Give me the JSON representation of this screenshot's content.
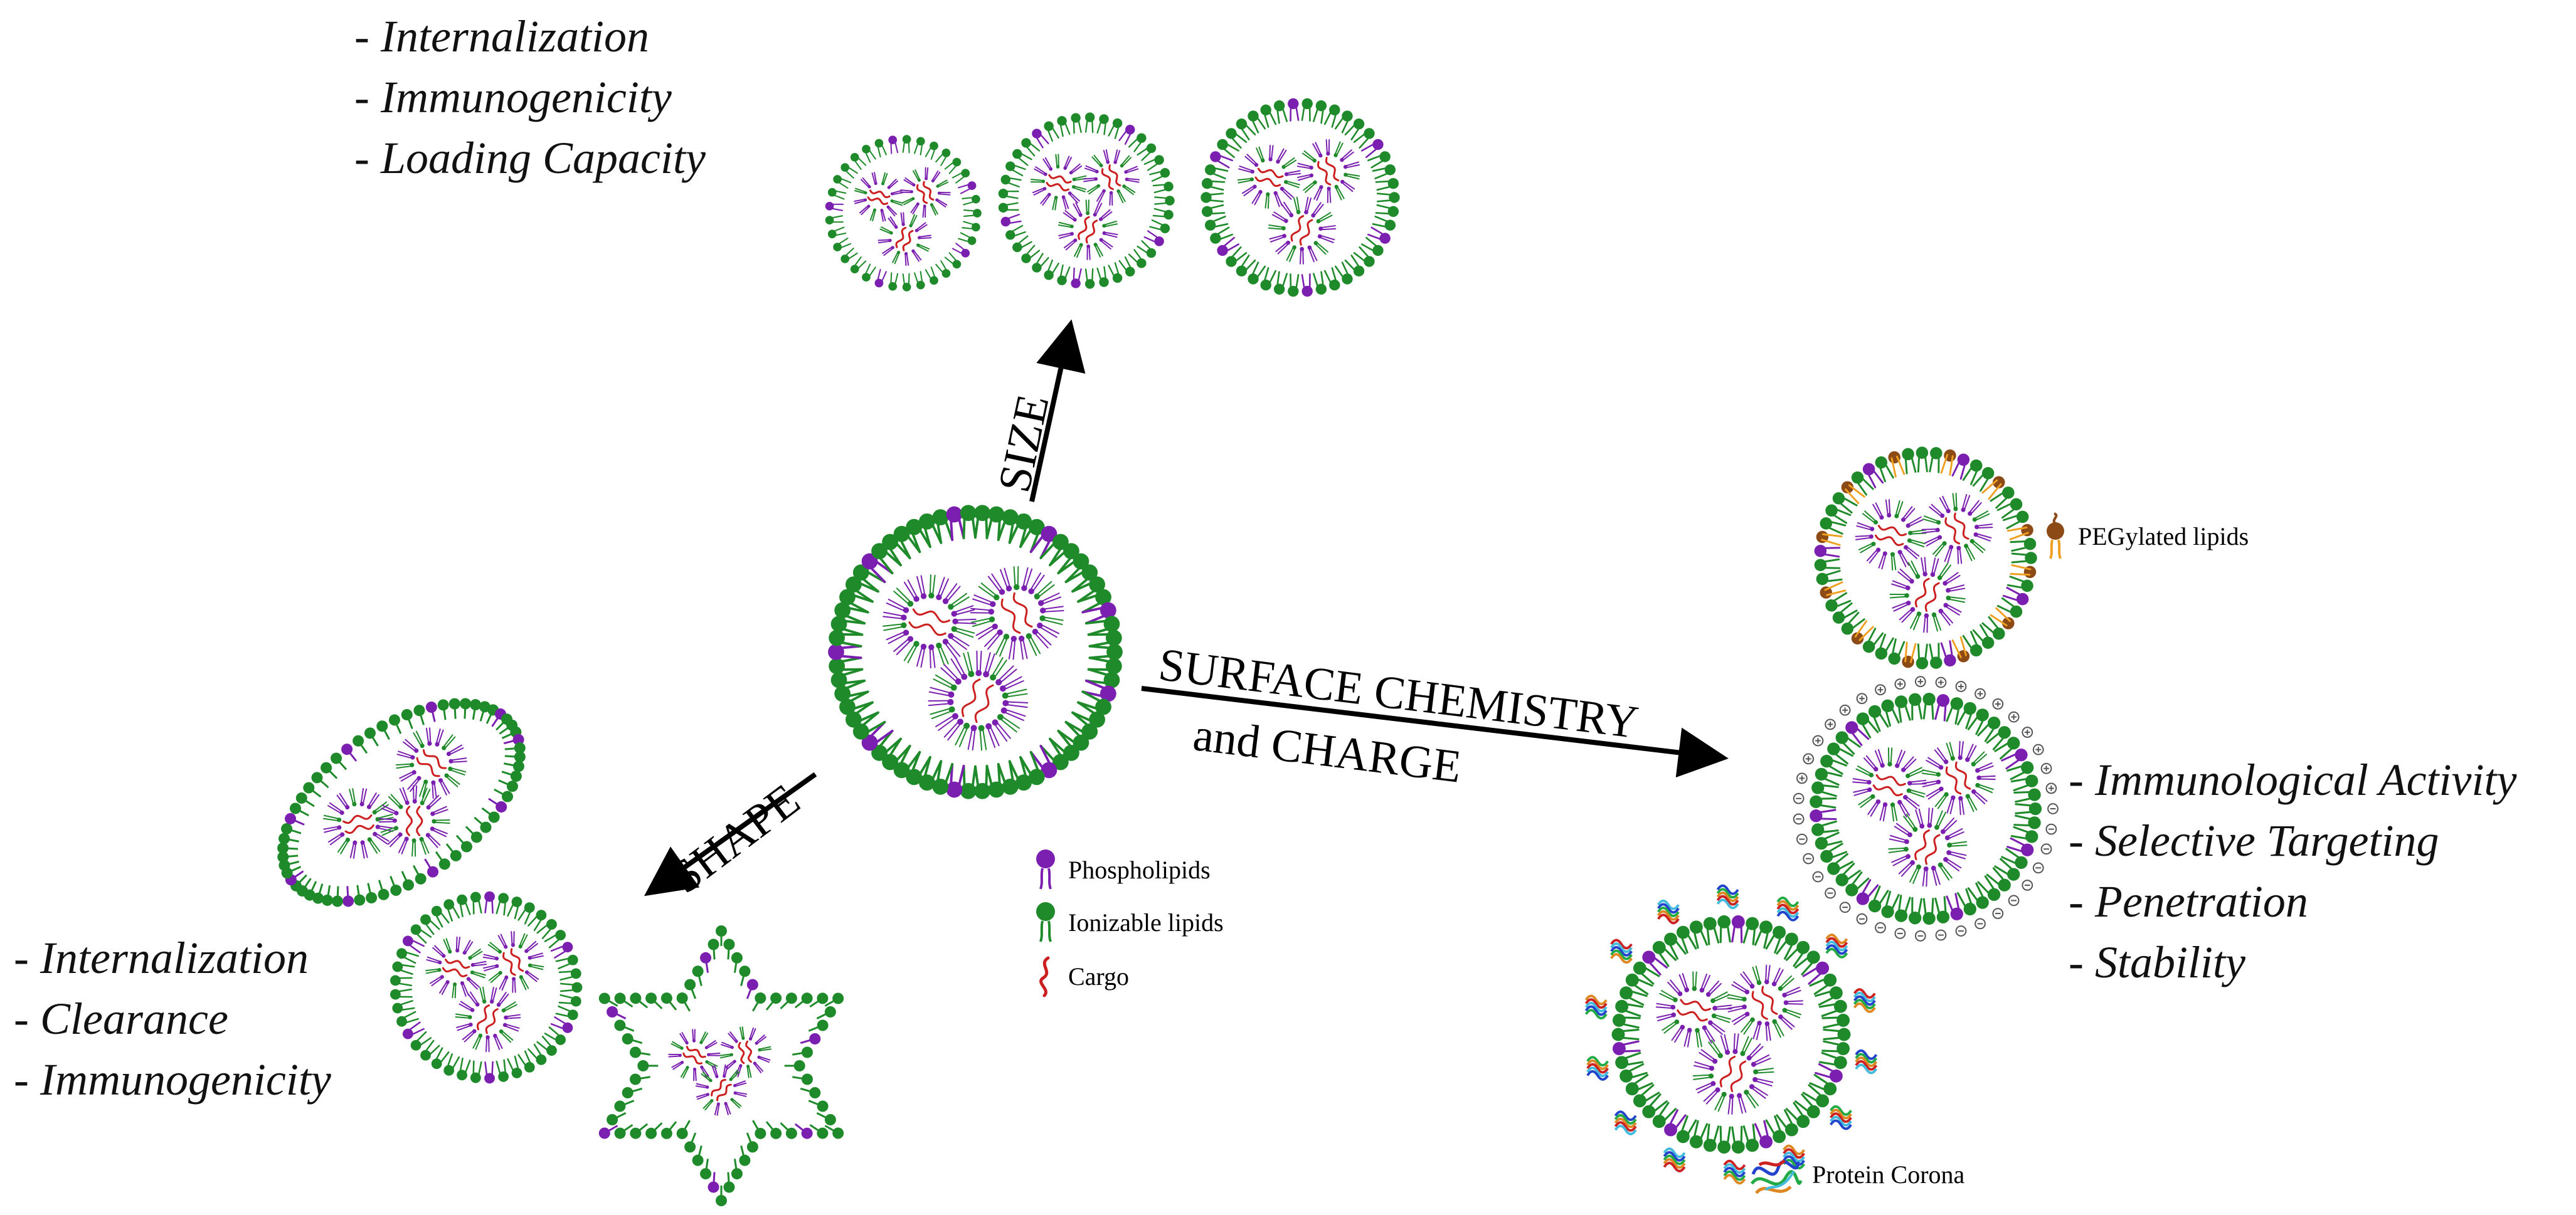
{
  "factors": {
    "size": {
      "arrow_label": "SIZE",
      "effects": [
        "- Internalization",
        "- Immunogenicity",
        "- Loading Capacity"
      ]
    },
    "shape": {
      "arrow_label": "SHAPE",
      "effects": [
        "- Internalization",
        "- Clearance",
        "- Immunogenicity"
      ]
    },
    "surface": {
      "arrow_label_line1": "SURFACE CHEMISTRY",
      "arrow_label_line2": "and CHARGE",
      "effects": [
        "- Immunological Activity",
        "- Selective Targeting",
        "- Penetration",
        "- Stability"
      ]
    }
  },
  "legend": {
    "phospholipids": "Phospholipids",
    "ionizable_lipids": "Ionizable lipids",
    "cargo": "Cargo",
    "pegylated_lipids": "PEGylated lipids",
    "protein_corona": "Protein Corona"
  },
  "colors": {
    "phospholipid": "#7a1fb0",
    "ionizable_lipid": "#1f8a2a",
    "cargo": "#cc1f1f",
    "peg": "#8b4a16",
    "peg_tail": "#f0a020",
    "charge_ring": "#555555",
    "corona_1": "#2244cc",
    "corona_2": "#22aa44",
    "corona_3": "#dd8822",
    "corona_4": "#cc2222",
    "corona_5": "#44bbdd"
  },
  "icons": {
    "phospholipid": "phospholipid-icon",
    "ionizable_lipid": "ionizable-lipid-icon",
    "cargo": "cargo-icon",
    "peg": "peg-lipid-icon",
    "corona": "protein-corona-icon"
  }
}
